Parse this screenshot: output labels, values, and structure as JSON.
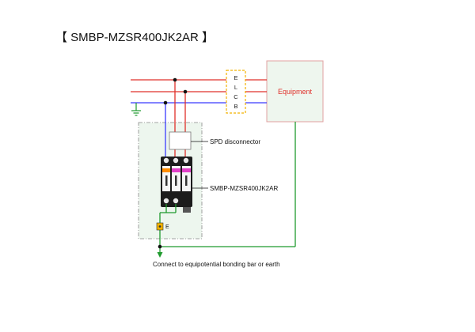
{
  "title": "【 SMBP-MZSR400JK2AR 】",
  "elcb": {
    "letters": [
      "E",
      "L",
      "C",
      "B"
    ]
  },
  "equipment": {
    "label": "Equipment",
    "color": "#e0302a"
  },
  "labels": {
    "spd_disconnector": "SPD disconnector",
    "spd_model": "SMBP-MZSR400JK2AR",
    "earth_terminal": "E",
    "bonding_note": "Connect to equipotential bonding bar or earth"
  },
  "colors": {
    "line_red": "#e0302a",
    "line_blue": "#3a3aff",
    "earth_green": "#1f9a2e",
    "elcb_border": "#f2b200",
    "panel_fill": "#edf6ee",
    "module_magenta": "#e040c8",
    "module_orange": "#ff8c00"
  },
  "icons": {
    "ground": "ground-icon"
  }
}
